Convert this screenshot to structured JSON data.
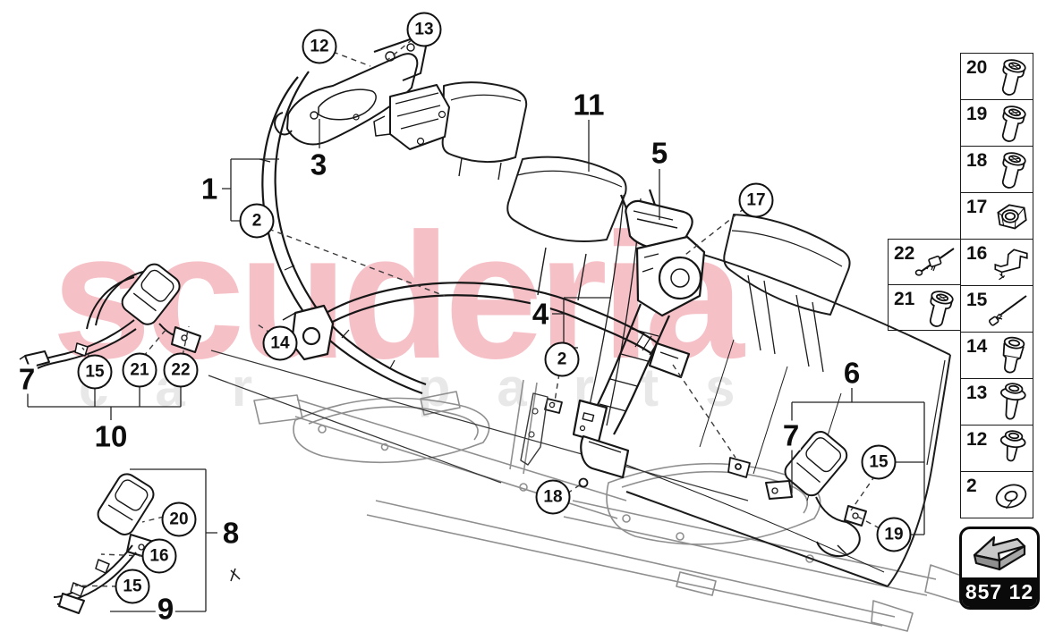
{
  "watermark": {
    "brand": "scuderia",
    "tagline": "car parts"
  },
  "badge": {
    "code": "857 12"
  },
  "diagram": {
    "labels": [
      {
        "id": "group-1",
        "text": "1"
      },
      {
        "id": "part-3",
        "text": "3"
      },
      {
        "id": "part-11",
        "text": "11"
      },
      {
        "id": "part-5",
        "text": "5"
      },
      {
        "id": "part-4",
        "text": "4"
      },
      {
        "id": "group-6",
        "text": "6"
      },
      {
        "id": "part-7-right",
        "text": "7"
      },
      {
        "id": "part-7-left",
        "text": "7"
      },
      {
        "id": "group-10",
        "text": "10"
      },
      {
        "id": "group-8",
        "text": "8"
      },
      {
        "id": "group-9",
        "text": "9"
      }
    ],
    "callouts": [
      {
        "id": "callout-12",
        "text": "12"
      },
      {
        "id": "callout-13",
        "text": "13"
      },
      {
        "id": "callout-2-top",
        "text": "2"
      },
      {
        "id": "callout-14",
        "text": "14"
      },
      {
        "id": "callout-15-left",
        "text": "15"
      },
      {
        "id": "callout-21",
        "text": "21"
      },
      {
        "id": "callout-22",
        "text": "22"
      },
      {
        "id": "callout-20",
        "text": "20"
      },
      {
        "id": "callout-16",
        "text": "16"
      },
      {
        "id": "callout-15-bottom",
        "text": "15"
      },
      {
        "id": "callout-17",
        "text": "17"
      },
      {
        "id": "callout-2-mid",
        "text": "2"
      },
      {
        "id": "callout-18",
        "text": "18"
      },
      {
        "id": "callout-15-right",
        "text": "15"
      },
      {
        "id": "callout-19",
        "text": "19"
      }
    ]
  },
  "sidebar": {
    "main_cells": [
      {
        "number": "20",
        "part": "socket-head-bolt"
      },
      {
        "number": "19",
        "part": "socket-head-bolt"
      },
      {
        "number": "18",
        "part": "socket-head-bolt"
      },
      {
        "number": "17",
        "part": "hex-nut"
      },
      {
        "number": "16",
        "part": "retaining-clip"
      },
      {
        "number": "15",
        "part": "threaded-pin"
      },
      {
        "number": "14",
        "part": "shoulder-bolt"
      },
      {
        "number": "13",
        "part": "flanged-bolt"
      },
      {
        "number": "12",
        "part": "flanged-bolt"
      },
      {
        "number": "2",
        "part": "washer"
      }
    ],
    "extra_cells": [
      {
        "number": "22",
        "part": "cable-tie"
      },
      {
        "number": "21",
        "part": "socket-head-bolt"
      }
    ]
  }
}
